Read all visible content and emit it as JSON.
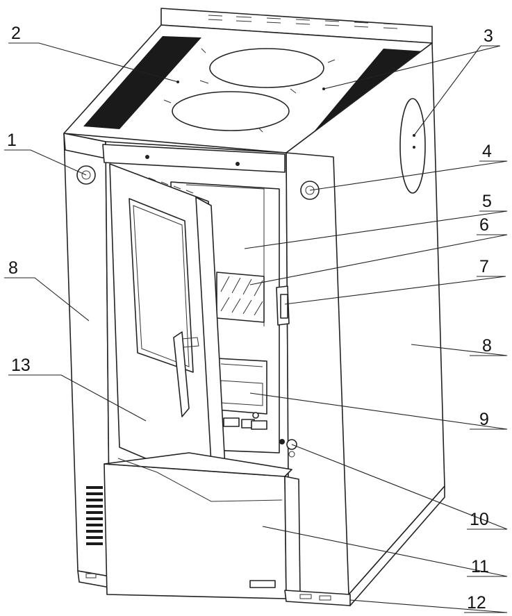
{
  "callouts": [
    {
      "id": "1",
      "text": "1"
    },
    {
      "id": "2",
      "text": "2"
    },
    {
      "id": "3",
      "text": "3"
    },
    {
      "id": "4",
      "text": "4"
    },
    {
      "id": "5",
      "text": "5"
    },
    {
      "id": "6",
      "text": "6"
    },
    {
      "id": "7",
      "text": "7"
    },
    {
      "id": "8L",
      "text": "8"
    },
    {
      "id": "8R",
      "text": "8"
    },
    {
      "id": "9",
      "text": "9"
    },
    {
      "id": "10",
      "text": "10"
    },
    {
      "id": "11",
      "text": "11"
    },
    {
      "id": "12",
      "text": "12"
    },
    {
      "id": "13",
      "text": "13"
    }
  ]
}
